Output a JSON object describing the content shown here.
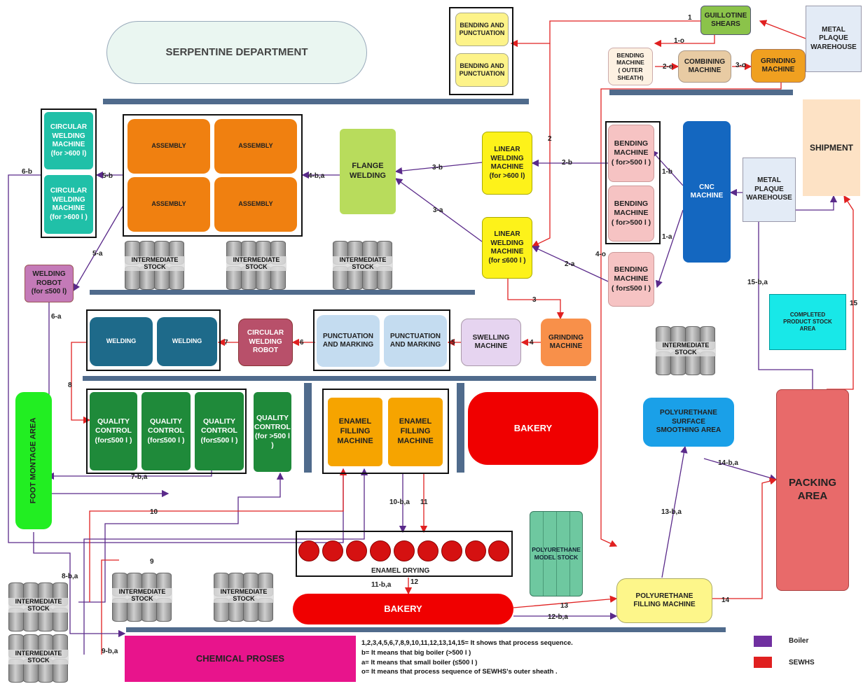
{
  "departments": {
    "serpentine": "SERPENTINE DEPARTMENT",
    "guillotine": "GUILLOTINE\nSHEARS",
    "warehouse_top": "METAL\nPLAQUE\nWAREHOUSE",
    "bending_punct_1": "BENDING AND\nPUNCTUATION",
    "bending_punct_2": "BENDING AND\nPUNCTUATION",
    "bending_outer": "BENDING\nMACHINE\n( OUTER\nSHEATH)",
    "combining": "COMBINING\nMACHINE",
    "grinding_top": "GRINDING\nMACHINE",
    "shipment": "SHIPMENT",
    "cnc": "CNC\nMACHINE",
    "warehouse_mid": "METAL\nPLAQUE\nWAREHOUSE",
    "bending_big_1": "BENDING\nMACHINE\n( for>500 l )",
    "bending_big_2": "BENDING\nMACHINE\n( for>500 l )",
    "bending_small": "BENDING\nMACHINE\n( for≤500 l )",
    "linear_big": "LINEAR\nWELDING\nMACHINE\n(for >600 l)",
    "linear_small": "LINEAR\nWELDING\nMACHINE\n(for ≤600 l )",
    "flange": "FLANGE\nWELDING",
    "assembly_1": "ASSEMBLY",
    "assembly_2": "ASSEMBLY",
    "assembly_3": "ASSEMBLY",
    "assembly_4": "ASSEMBLY",
    "circ_weld_1": "CIRCULAR\nWELDING\nMACHINE\n(for >600 l)",
    "circ_weld_2": "CIRCULAR\nWELDING\nMACHINE\n(for >600 l )",
    "welding_robot": "WELDING\nROBOT\n(for ≤500 l)",
    "welding_1": "WELDING",
    "welding_2": "WELDING",
    "circ_robot": "CIRCULAR\nWELDING\nROBOT",
    "punct_1": "PUNCTUATION\nAND MARKING",
    "punct_2": "PUNCTUATION\nAND MARKING",
    "swelling": "SWELLING\nMACHINE",
    "grinding_mid": "GRINDING\nMACHINE",
    "completed": "COMPLETED\nPRODUCT STOCK\nAREA",
    "qc_1": "QUALITY\nCONTROL\n(for≤500 l )",
    "qc_2": "QUALITY\nCONTROL\n(for≤500 l )",
    "qc_3": "QUALITY\nCONTROL\n(for≤500 l )",
    "qc_4": "QUALITY\nCONTROL\n(for >500 l )",
    "enamel_1": "ENAMEL\nFILLING\nMACHINE",
    "enamel_2": "ENAMEL\nFILLING\nMACHINE",
    "bakery_top": "BAKERY",
    "pu_smoothing": "POLYURETHANE\nSURFACE\nSMOOTHING AREA",
    "packing": "PACKING\nAREA",
    "foot_montage": "FOOT MONTAGE AREA",
    "enamel_drying": "ENAMEL DRYING",
    "pu_model_stock": "POLYURETHANE\nMODEL STOCK",
    "bakery_bottom": "BAKERY",
    "pu_filling": "POLYURETHANE\nFILLING MACHINE",
    "chemical": "CHEMICAL PROSES"
  },
  "stocks": {
    "s1": "INTERMEDIATE\nSTOCK",
    "s2": "INTERMEDIATE\nSTOCK",
    "s3": "INTERMEDIATE\nSTOCK",
    "s4": "INTERMEDIATE\nSTOCK",
    "s5": "INTERMEDIATE\nSTOCK",
    "s6": "INTERMEDIATE\nSTOCK",
    "s7": "INTERMEDIATE\nSTOCK",
    "s8": "INTERMEDIATE\nSTOCK"
  },
  "flow_labels": {
    "l_1": "1",
    "l_1o": "1-o",
    "l_2o": "2-o",
    "l_3o": "3-o",
    "l_2": "2",
    "l_1b": "1-b",
    "l_1a": "1-a",
    "l_2b": "2-b",
    "l_2a": "2-a",
    "l_3b": "3-b",
    "l_3a": "3-a",
    "l_4ba": "4-b,a",
    "l_5b": "5-b",
    "l_6b": "6-b",
    "l_5a": "5-a",
    "l_6a": "6-a",
    "l_3": "3",
    "l_4": "4",
    "l_5": "5",
    "l_6": "6",
    "l_7": "7",
    "l_8": "8",
    "l_4o": "4-o",
    "l_15ba": "15-b,a",
    "l_15": "15",
    "l_7ba": "7-b,a",
    "l_10": "10",
    "l_10ba": "10-b,a",
    "l_11": "11",
    "l_9": "9",
    "l_8ba": "8-b,a",
    "l_9ba": "9-b,a",
    "l_11ba": "11-b,a",
    "l_12": "12",
    "l_13": "13",
    "l_12ba": "12-b,a",
    "l_13ba": "13-b,a",
    "l_14ba": "14-b,a",
    "l_14": "14"
  },
  "notes": {
    "line1": "1,2,3,4,5,6,7,8,9,10,11,12,13,14,15= It shows that process sequence.",
    "line2": "b= It means that big boiler (>500 l )",
    "line3": "a= It means that small boiler (≤500 l )",
    "line4": "o= It means that process sequence of SEWHS's outer sheath ."
  },
  "legend": {
    "boiler_label": "Boiler",
    "boiler_color": "#7030a0",
    "sewhs_label": "SEWHS",
    "sewhs_color": "#e02020"
  }
}
